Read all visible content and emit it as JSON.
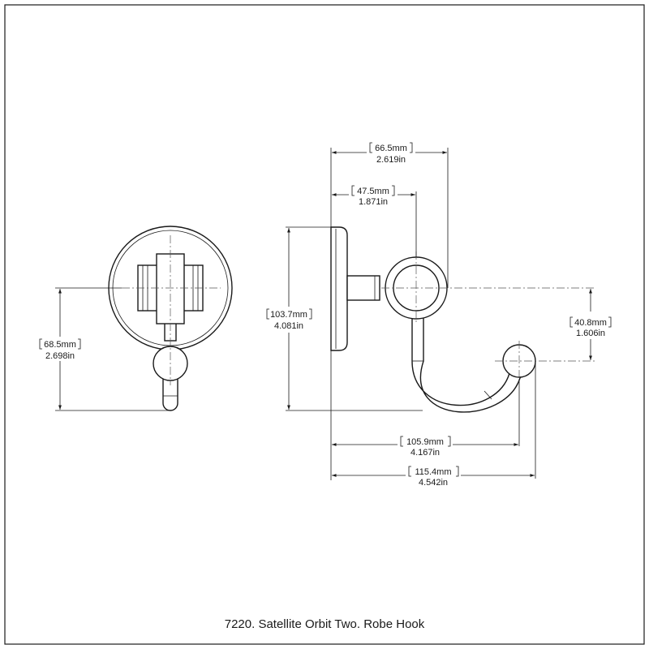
{
  "caption": "7220. Satellite Orbit Two. Robe Hook",
  "dimensions": {
    "d665": {
      "mm": "66.5mm",
      "in": "2.619in"
    },
    "d475": {
      "mm": "47.5mm",
      "in": "1.871in"
    },
    "d1037": {
      "mm": "103.7mm",
      "in": "4.081in"
    },
    "d408": {
      "mm": "40.8mm",
      "in": "1.606in"
    },
    "d1059": {
      "mm": "105.9mm",
      "in": "4.167in"
    },
    "d1154": {
      "mm": "115.4mm",
      "in": "4.542in"
    },
    "d685": {
      "mm": "68.5mm",
      "in": "2.698in"
    }
  }
}
